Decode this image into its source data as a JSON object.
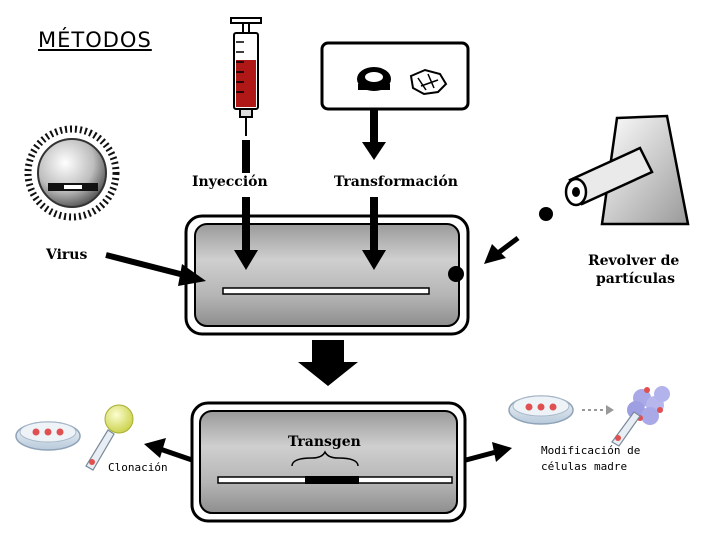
{
  "title": "MÉTODOS",
  "labels": {
    "injection": "Inyección",
    "transformation": "Transformación",
    "virus": "Virus",
    "gun_line1": "Revolver de",
    "gun_line2": "partículas",
    "transgene": "Transgen",
    "cloning": "Clonación",
    "stem_line1": "Modificación de",
    "stem_line2": "células madre"
  },
  "colors": {
    "box_fill": "#b8b8b8",
    "syringe_liquid": "#b01818",
    "cell_dots": "#e05050",
    "dish": "#dbe6f0",
    "egg": "#e6ec6a",
    "cluster": "#a9a9e8"
  }
}
